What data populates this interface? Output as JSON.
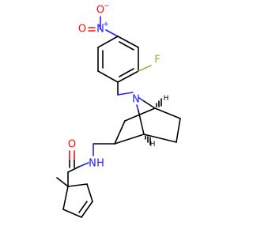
{
  "molecule": {
    "atoms": {
      "o_minus": {
        "symbol": "O",
        "charge": "−",
        "color": "#ff0d0d"
      },
      "n_nitro": {
        "symbol": "N",
        "charge": "+",
        "color": "#2020ff"
      },
      "o_nitro": {
        "symbol": "O",
        "color": "#ff0d0d"
      },
      "fluorine": {
        "symbol": "F",
        "color": "#8fb83a"
      },
      "n_bridge": {
        "symbol": "N",
        "color": "#2020ff"
      },
      "h_top": {
        "symbol": "H",
        "color": "#000000"
      },
      "h_bottom": {
        "symbol": "H",
        "color": "#000000"
      },
      "n_amide": {
        "symbol": "N",
        "color": "#2020ff"
      },
      "h_amide": {
        "symbol": "H",
        "color": "#2020ff"
      },
      "o_amide": {
        "symbol": "O",
        "color": "#ff0d0d"
      }
    }
  }
}
